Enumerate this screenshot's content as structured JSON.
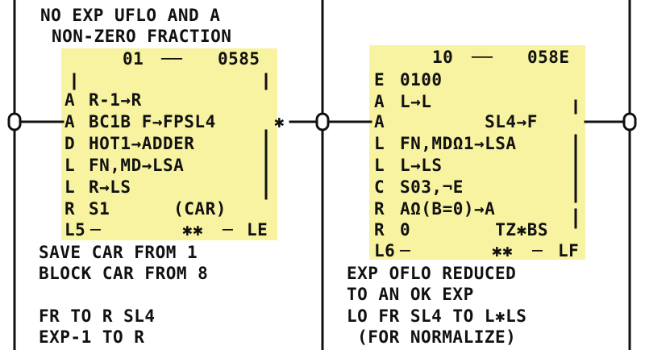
{
  "colors": {
    "card_fill": "#f8f3a0",
    "ink": "#111111",
    "paper": "#ffffff"
  },
  "left": {
    "header": [
      "NO EXP UFLO AND A",
      "NON-ZERO FRACTION"
    ],
    "card": {
      "id": "01",
      "address": "0585",
      "rows": [
        {
          "tag": "A",
          "text": "R-1→R"
        },
        {
          "tag": "A",
          "text": "BC1B F→FPSL4"
        },
        {
          "tag": "D",
          "text": "HOT1→ADDER"
        },
        {
          "tag": "L",
          "text": "FN,MD→LSA"
        },
        {
          "tag": "L",
          "text": "R→LS"
        },
        {
          "tag": "R",
          "text": "S1      (CAR)"
        }
      ],
      "footer_left": "L5",
      "footer_stars": "✱✱",
      "footer_right": "LE"
    },
    "notes": [
      "SAVE CAR FROM 1",
      "BLOCK CAR FROM 8",
      "",
      "FR TO R SL4",
      "EXP-1 TO R"
    ]
  },
  "right": {
    "card": {
      "id": "10",
      "address": "058E",
      "rows": [
        {
          "tag": "E",
          "text": "0100"
        },
        {
          "tag": "A",
          "text": "L→L"
        },
        {
          "tag": "A",
          "text": "        SL4→F"
        },
        {
          "tag": "L",
          "text": "FN,MDΩ1→LSA"
        },
        {
          "tag": "L",
          "text": "L→LS"
        },
        {
          "tag": "C",
          "text": "S03,¬E"
        },
        {
          "tag": "R",
          "text": "AΩ(B=0)→A"
        },
        {
          "tag": "R",
          "text": "0        TZ✱BS"
        }
      ],
      "footer_left": "L6",
      "footer_stars": "✱✱",
      "footer_right": "LF"
    },
    "notes": [
      "EXP OFLO REDUCED",
      "TO AN OK EXP",
      "LO FR SL4 TO L✱LS",
      " (FOR NORMALIZE)"
    ]
  },
  "junction_marker": "✱"
}
